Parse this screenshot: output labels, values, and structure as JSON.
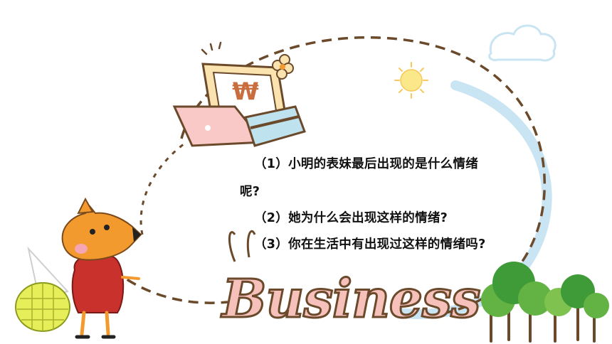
{
  "slide": {
    "questions": [
      "（1）小明的表妹最后出现的是什么情绪",
      "呢?",
      "（2）她为什么会出现这样的情绪?",
      "（3）你在生活中有出现过这样的情绪吗?"
    ],
    "wordart": "Business"
  },
  "colors": {
    "dash_brown": "#6b4a2c",
    "dash_blue": "#c9e4f2",
    "sun": "#fbe88a",
    "fox_orange": "#f39a2e",
    "fox_dress": "#c9312c",
    "tree_green": "#63b244"
  }
}
